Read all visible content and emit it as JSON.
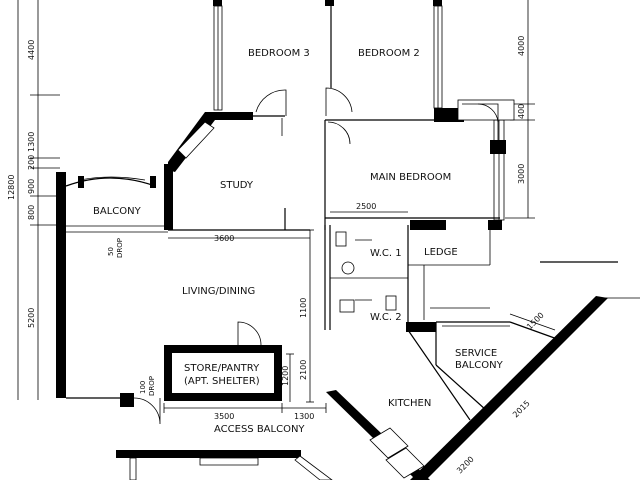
{
  "rooms": {
    "bedroom3": "BEDROOM 3",
    "bedroom2": "BEDROOM 2",
    "study": "STUDY",
    "main_bedroom": "MAIN BEDROOM",
    "balcony": "BALCONY",
    "living_dining": "LIVING/DINING",
    "wc1": "W.C. 1",
    "wc2": "W.C. 2",
    "ledge": "LEDGE",
    "kitchen": "KITCHEN",
    "service_balcony_1": "SERVICE",
    "service_balcony_2": "BALCONY",
    "store_pantry_1": "STORE/PANTRY",
    "store_pantry_2": "(APT. SHELTER)",
    "access_balcony": "ACCESS BALCONY"
  },
  "dimensions": {
    "left_4400": "4400",
    "left_1300": "1300",
    "left_200": "200",
    "left_900": "900",
    "left_12800": "12800",
    "left_800": "800",
    "left_5200": "5200",
    "right_4000": "4000",
    "right_400": "400",
    "right_3000": "3000",
    "dim_2500": "2500",
    "dim_3600": "3600",
    "dim_1100": "1100",
    "dim_2100": "2100",
    "dim_1200": "1200",
    "dim_3500": "3500",
    "dim_1300_bottom": "1300",
    "dim_1500": "1500",
    "dim_2015": "2015",
    "dim_3200": "3200",
    "drop_50": "50",
    "drop_label": "DROP",
    "drop_100": "100"
  }
}
